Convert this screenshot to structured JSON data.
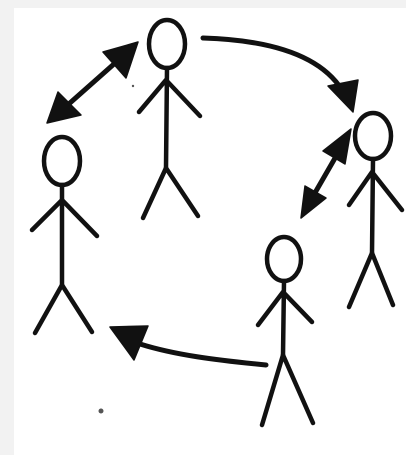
{
  "diagram": {
    "description_type": "stick-figure communication cycle",
    "figures": [
      {
        "id": "top",
        "icon": "stick-figure-icon"
      },
      {
        "id": "left",
        "icon": "stick-figure-icon"
      },
      {
        "id": "right",
        "icon": "stick-figure-icon"
      },
      {
        "id": "bottom",
        "icon": "stick-figure-icon"
      }
    ],
    "arrows": [
      {
        "from": "top",
        "to": "left",
        "style": "double-headed",
        "icon": "double-arrow-icon"
      },
      {
        "from": "top",
        "to": "right",
        "style": "single-headed",
        "icon": "arrow-icon"
      },
      {
        "from": "right",
        "to": "bottom",
        "style": "double-headed",
        "icon": "double-arrow-icon"
      },
      {
        "from": "bottom",
        "to": "left",
        "style": "single-headed",
        "icon": "arrow-icon"
      }
    ],
    "colors": {
      "ink": "#111111",
      "paper": "#ffffff",
      "background": "#f2f2f2"
    }
  }
}
